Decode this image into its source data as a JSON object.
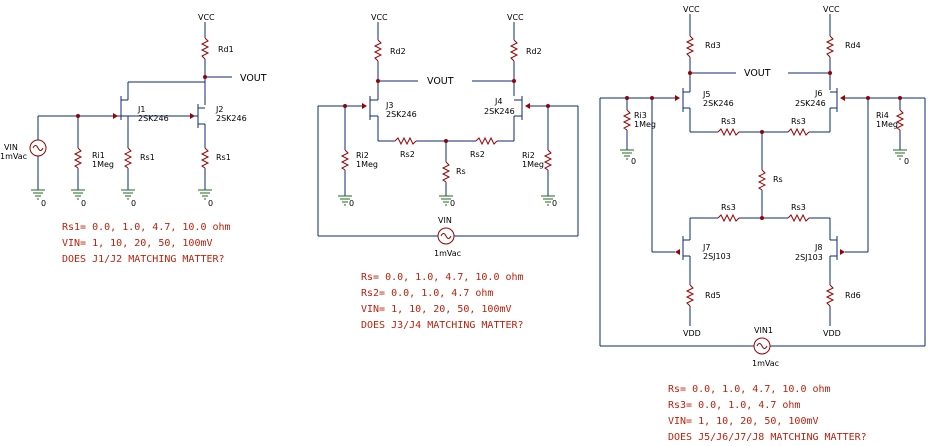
{
  "labels": {
    "vcc": "VCC",
    "vdd": "VDD",
    "vout": "VOUT",
    "gnd": "0",
    "rd1": "Rd1",
    "rd2": "Rd2",
    "rd3": "Rd3",
    "rd4": "Rd4",
    "rd5": "Rd5",
    "rd6": "Rd6",
    "rs1": "Rs1",
    "rs2": "Rs2",
    "rs3": "Rs3",
    "rs": "Rs",
    "ri1": "Ri1",
    "ri2": "Ri2",
    "ri3": "Ri3",
    "ri4": "Ri4",
    "meg": "1Meg",
    "vin": "VIN",
    "vin1": "VIN1",
    "mvac": "1mVac",
    "j1": "J1",
    "j2": "J2",
    "j3": "J3",
    "j4": "J4",
    "j5": "J5",
    "j6": "J6",
    "j7": "J7",
    "j8": "J8",
    "jfet_n": "2SK246",
    "jfet_p": "2SJ103"
  },
  "notes": {
    "c1": [
      "Rs1= 0.0, 1.0, 4.7, 10.0 ohm",
      "VIN= 1, 10, 20, 50, 100mV",
      "DOES J1/J2 MATCHING MATTER?"
    ],
    "c2": [
      "Rs= 0.0, 1.0, 4.7, 10.0 ohm",
      "Rs2= 0.0, 1.0, 4.7 ohm",
      "VIN= 1, 10, 20, 50, 100mV",
      "DOES J3/J4 MATCHING MATTER?"
    ],
    "c3": [
      "Rs= 0.0, 1.0, 4.7, 10.0 ohm",
      "Rs3= 0.0, 1.0, 4.7 ohm",
      "VIN= 1, 10, 20, 50, 100mV",
      "DOES J5/J6/J7/J8 MATCHING MATTER?"
    ]
  },
  "colors": {
    "wire": "#0c2a7a",
    "part": "#9b0000",
    "ground": "#1b6a1b",
    "note": "#c0200c"
  }
}
